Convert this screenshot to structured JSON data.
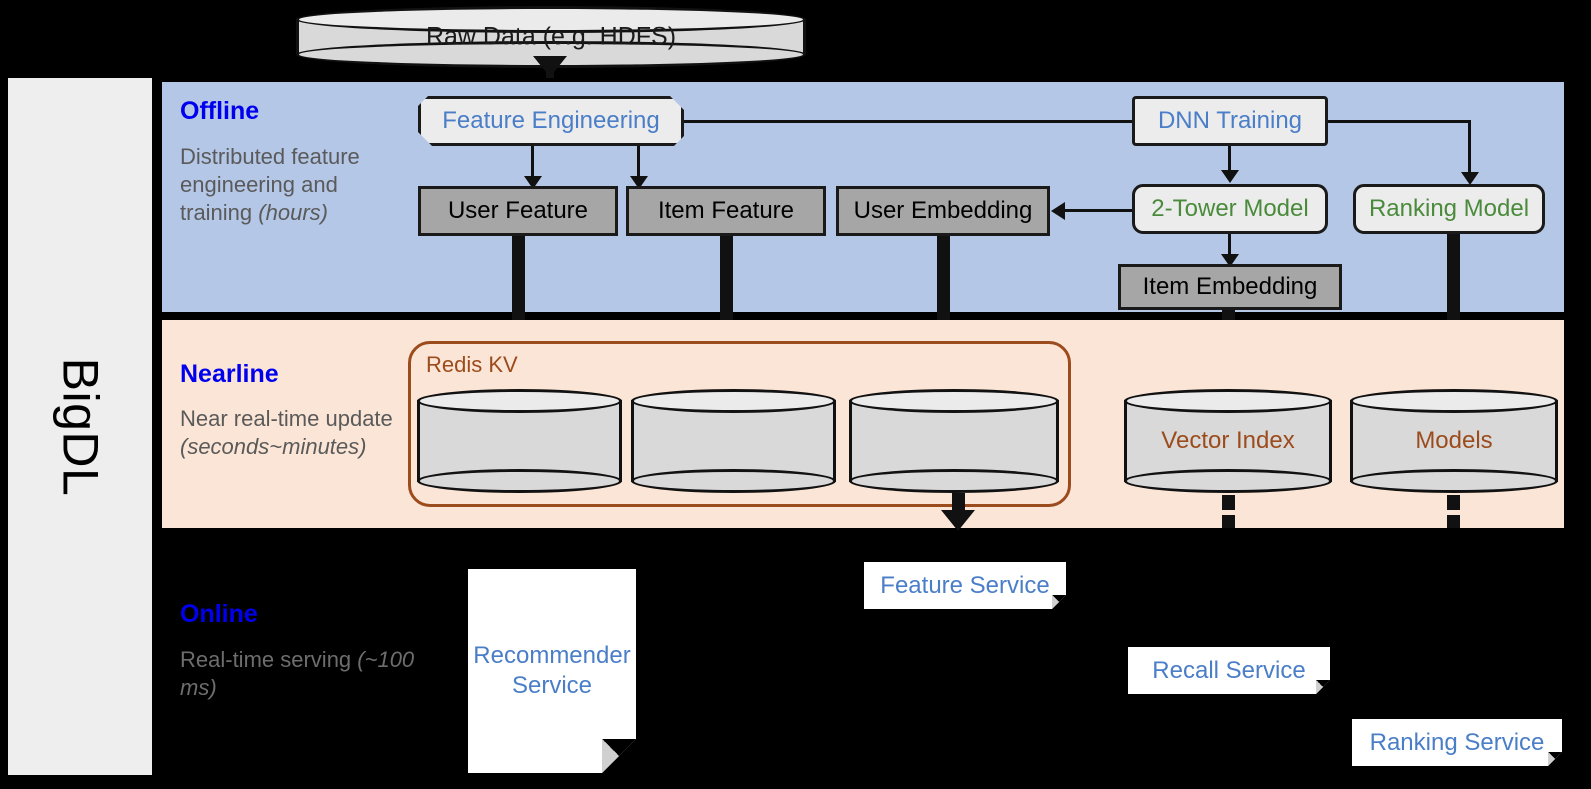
{
  "sidebar": {
    "label": "BigDL"
  },
  "bands": {
    "offline": {
      "title": "Offline",
      "subtitle_line1": "Distributed feature engineering and training ",
      "subtitle_ital": "(hours)"
    },
    "nearline": {
      "title": "Nearline",
      "subtitle_line1": "Near real-time update ",
      "subtitle_ital": "(seconds~minutes)"
    },
    "online": {
      "title": "Online",
      "subtitle_line1": "Real-time serving ",
      "subtitle_ital": "(~100 ms)"
    }
  },
  "nodes": {
    "raw_data": "Raw Data (e.g. HDFS)",
    "feature_engineering": "Feature Engineering",
    "dnn_training": "DNN Training",
    "user_feature": "User Feature",
    "item_feature": "Item Feature",
    "user_embedding": "User Embedding",
    "two_tower_model": "2-Tower Model",
    "ranking_model": "Ranking Model",
    "item_embedding": "Item Embedding",
    "redis_kv": "Redis KV",
    "vector_index": "Vector Index",
    "models": "Models",
    "recommender_service": "Recommender Service",
    "feature_service": "Feature Service",
    "recall_service": "Recall Service",
    "ranking_service": "Ranking Service"
  },
  "colors": {
    "offline_band": "#b4c7e7",
    "nearline_band": "#fbe5d6",
    "online_band": "#000000",
    "title_blue": "#0000ee",
    "process_blue": "#4a7ec8",
    "model_green": "#4a8b3b",
    "store_brown": "#9c4c1c",
    "data_grey": "#a6a6a6",
    "sidebar_grey": "#eeeeee"
  }
}
